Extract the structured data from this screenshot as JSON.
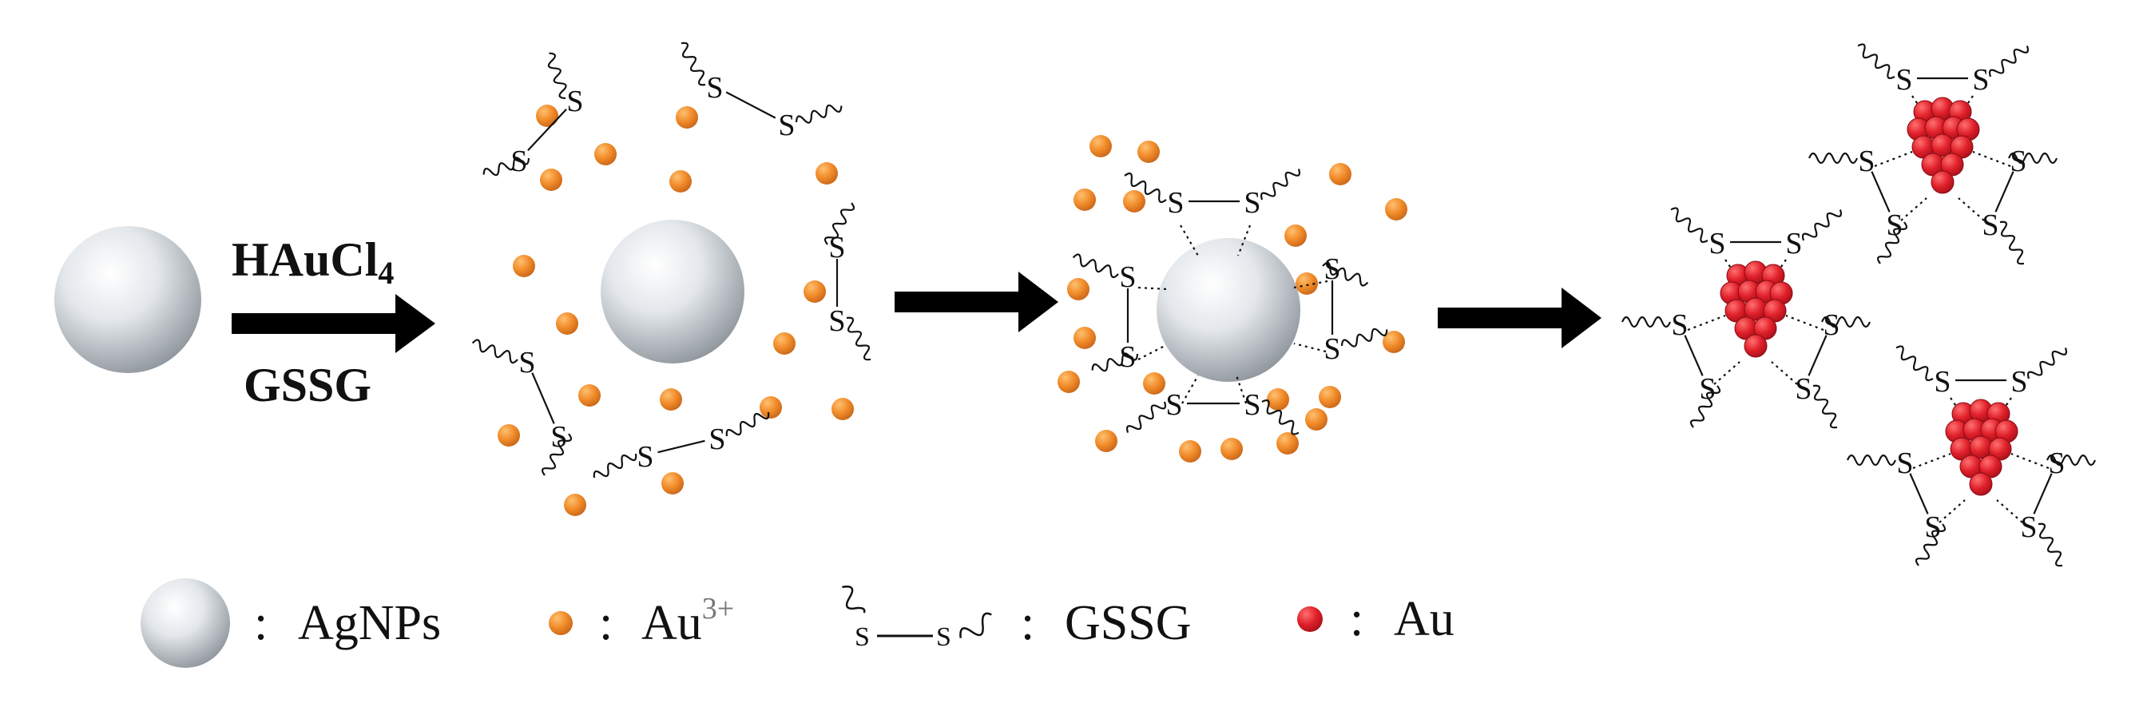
{
  "reaction": {
    "reagent_top": "HAuCl",
    "reagent_top_subscript": "4",
    "reagent_bottom": "GSSG"
  },
  "atom_label": "S",
  "legend": {
    "separator": ":",
    "agnps": "AgNPs",
    "au3_base": "Au",
    "au3_superscript": "3+",
    "gssg": "GSSG",
    "au": "Au"
  },
  "colors": {
    "silver_light": "#f4f6f8",
    "silver_dark": "#8f969d",
    "au_ion": "#f08a28",
    "au_ion_dark": "#c8661a",
    "au_atom": "#e0202a",
    "au_atom_dark": "#a8101a",
    "arrow": "#000000"
  },
  "icons": {
    "agnp": "silver-sphere-icon",
    "au_ion": "orange-dot-icon",
    "au_atom": "red-dot-icon",
    "gssg": "disulfide-icon"
  }
}
